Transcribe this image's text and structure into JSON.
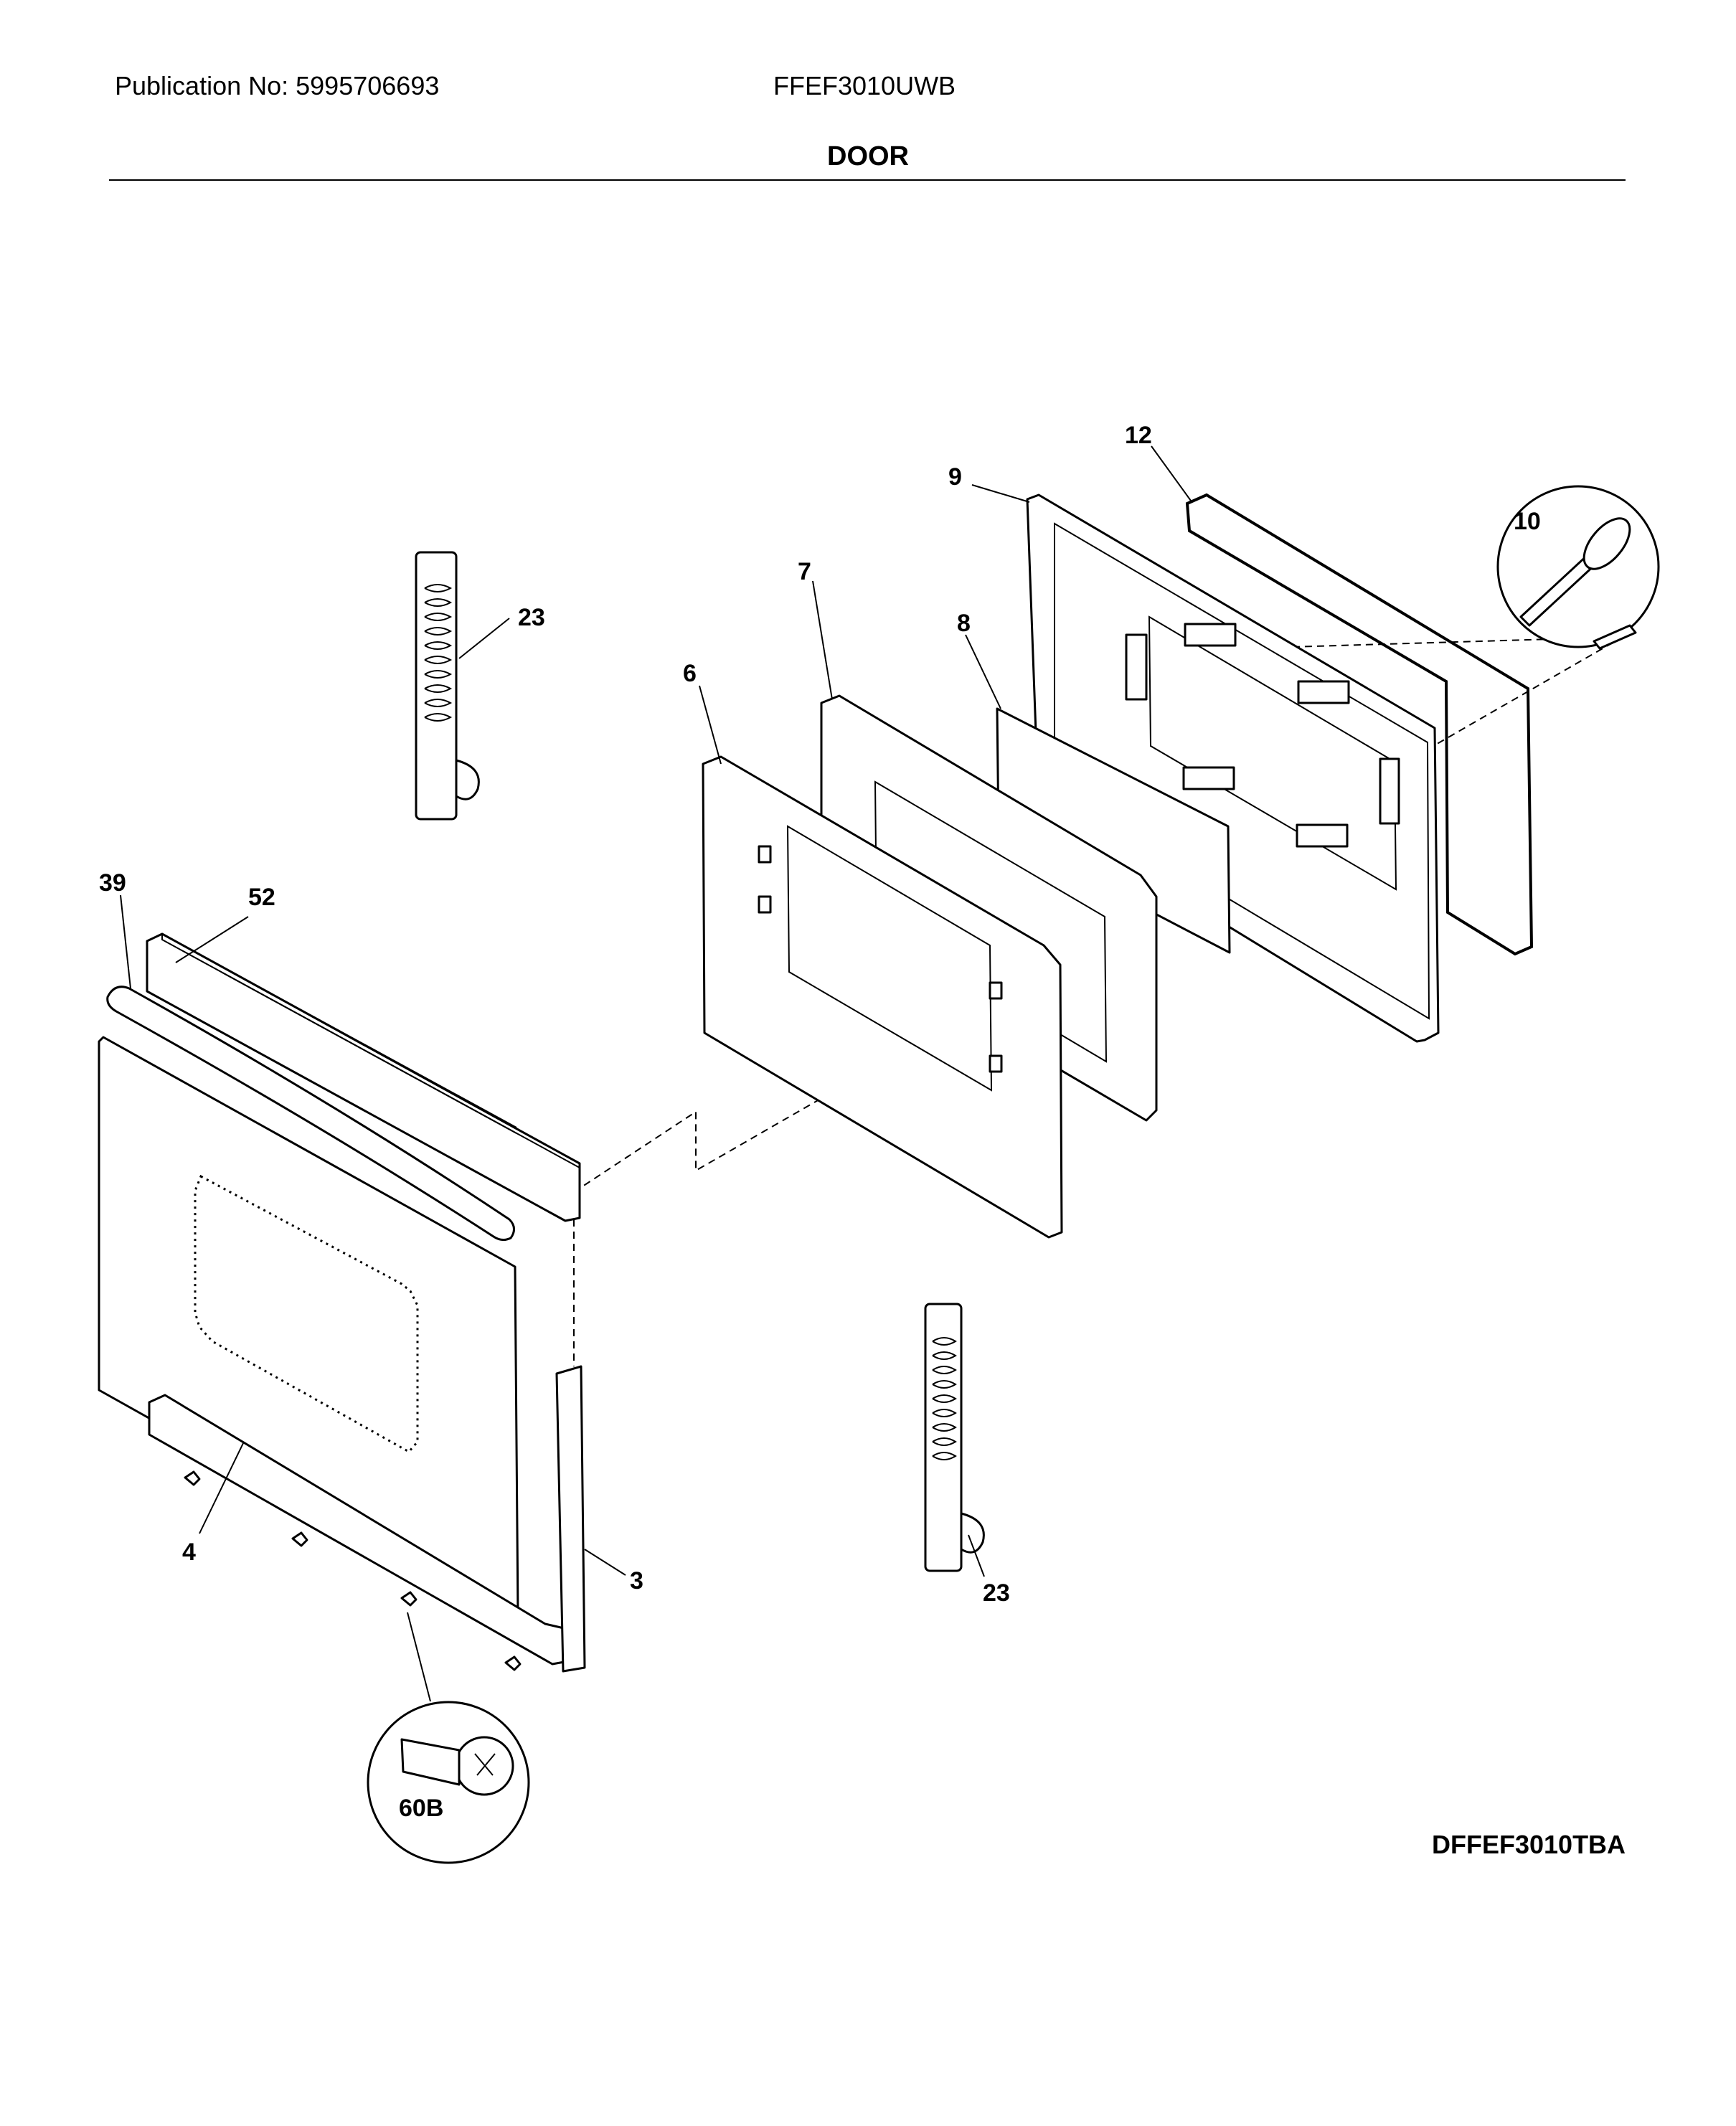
{
  "header": {
    "publication": "Publication No: 5995706693",
    "model": "FFEF3010UWB"
  },
  "section_title": "DOOR",
  "drawing_code": "DFFEF3010TBA",
  "callouts": {
    "c39": "39",
    "c52": "52",
    "c4": "4",
    "c3": "3",
    "c60b": "60B",
    "c6": "6",
    "c7": "7",
    "c8": "8",
    "c9": "9",
    "c12": "12",
    "c10": "10",
    "c23_top": "23",
    "c23_bottom": "23"
  }
}
